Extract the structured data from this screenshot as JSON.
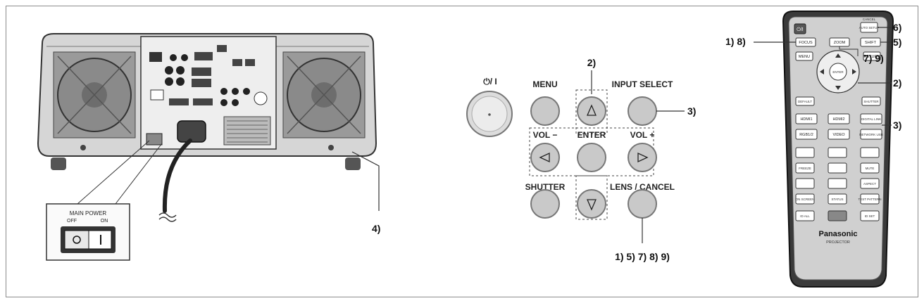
{
  "projector": {
    "main_power_label": "MAIN POWER",
    "off_label": "OFF",
    "on_label": "ON",
    "callout_leg": "4)"
  },
  "control_panel": {
    "power_symbol": "⏻/ I",
    "menu_label": "MENU",
    "input_select_label": "INPUT SELECT",
    "vol_minus_label": "VOL −",
    "enter_label": "ENTER",
    "vol_plus_label": "VOL +",
    "shutter_label": "SHUTTER",
    "lens_cancel_label": "LENS / CANCEL",
    "callout_up": "2)",
    "callout_input": "3)",
    "callout_lens": "1) 5) 7) 8) 9)"
  },
  "remote": {
    "brand": "Panasonic",
    "subbrand": "PROJECTOR",
    "callout_focus": "1) 8)",
    "callout_auto": "6)",
    "callout_shift": "5)",
    "callout_lens": "7) 9)",
    "callout_arrows": "2)",
    "callout_inputs": "3)",
    "buttons": {
      "cancel": "CANCEL",
      "auto": "AUTO SETUP",
      "focus": "FOCUS",
      "zoom": "ZOOM",
      "shift": "SHIFT",
      "menu": "MENU",
      "return": "RETURN",
      "enter": "ENTER",
      "default": "DEFAULT",
      "shutter": "SHUTTER",
      "hdmi1": "HDMI1",
      "hdmi2": "HDMI2",
      "digital_link": "DIGITAL LINK",
      "rgb": "RGB1/2",
      "video": "VIDEO",
      "network": "NETWORK USB",
      "freeze": "FREEZE",
      "mute": "MUTE",
      "aspect": "ASPECT",
      "on_screen": "ON SCREEN",
      "status": "STATUS",
      "test_pattern": "TEST PATTERN",
      "id_all": "ID ALL",
      "id_set": "ID SET"
    }
  }
}
